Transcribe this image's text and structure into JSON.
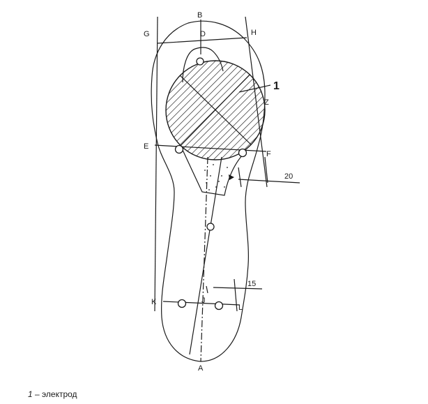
{
  "points": {
    "A": "A",
    "B": "B",
    "D": "D",
    "G": "G",
    "H": "H",
    "Z": "Z",
    "E": "E",
    "F": "F",
    "J": "J",
    "K": "K",
    "L": "L"
  },
  "callout": "1",
  "dimensions": {
    "upper": "20",
    "lower": "15"
  },
  "legend": {
    "number": "1",
    "dash": " – ",
    "text": "электрод"
  },
  "colors": {
    "line": "#1a1a1a",
    "background": "#ffffff"
  }
}
